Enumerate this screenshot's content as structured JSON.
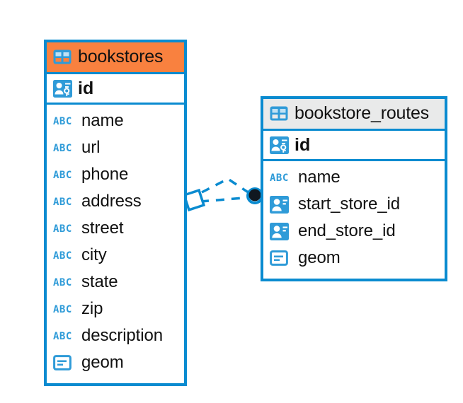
{
  "diagram": {
    "type": "entity-relationship-diagram",
    "background_color": "#ffffff",
    "accent_color": "#0a8bd0",
    "highlight_color": "#f9813f",
    "text_color": "#111111",
    "entities": [
      {
        "name": "bookstores",
        "header_style": "orange",
        "header_icon": "table-icon",
        "primary_key": {
          "label": "id",
          "icon": "primary-key-icon"
        },
        "fields": [
          {
            "label": "name",
            "icon": "text-type-icon",
            "type_glyph": "ABC"
          },
          {
            "label": "url",
            "icon": "text-type-icon",
            "type_glyph": "ABC"
          },
          {
            "label": "phone",
            "icon": "text-type-icon",
            "type_glyph": "ABC"
          },
          {
            "label": "address",
            "icon": "text-type-icon",
            "type_glyph": "ABC"
          },
          {
            "label": "street",
            "icon": "text-type-icon",
            "type_glyph": "ABC"
          },
          {
            "label": "city",
            "icon": "text-type-icon",
            "type_glyph": "ABC"
          },
          {
            "label": "state",
            "icon": "text-type-icon",
            "type_glyph": "ABC"
          },
          {
            "label": "zip",
            "icon": "text-type-icon",
            "type_glyph": "ABC"
          },
          {
            "label": "description",
            "icon": "text-type-icon",
            "type_glyph": "ABC"
          },
          {
            "label": "geom",
            "icon": "geometry-type-icon",
            "type_glyph": ""
          }
        ]
      },
      {
        "name": "bookstore_routes",
        "header_style": "gray",
        "header_icon": "table-icon",
        "primary_key": {
          "label": "id",
          "icon": "primary-key-icon"
        },
        "fields": [
          {
            "label": "name",
            "icon": "text-type-icon",
            "type_glyph": "ABC"
          },
          {
            "label": "start_store_id",
            "icon": "foreign-key-icon",
            "type_glyph": ""
          },
          {
            "label": "end_store_id",
            "icon": "foreign-key-icon",
            "type_glyph": ""
          },
          {
            "label": "geom",
            "icon": "geometry-type-icon",
            "type_glyph": ""
          }
        ]
      }
    ],
    "relationship": {
      "style": "dashed",
      "color": "#0a8bd0",
      "source_marker": "diamond",
      "target_marker": "filled-circle",
      "from": "bookstores",
      "to": "bookstore_routes"
    }
  }
}
